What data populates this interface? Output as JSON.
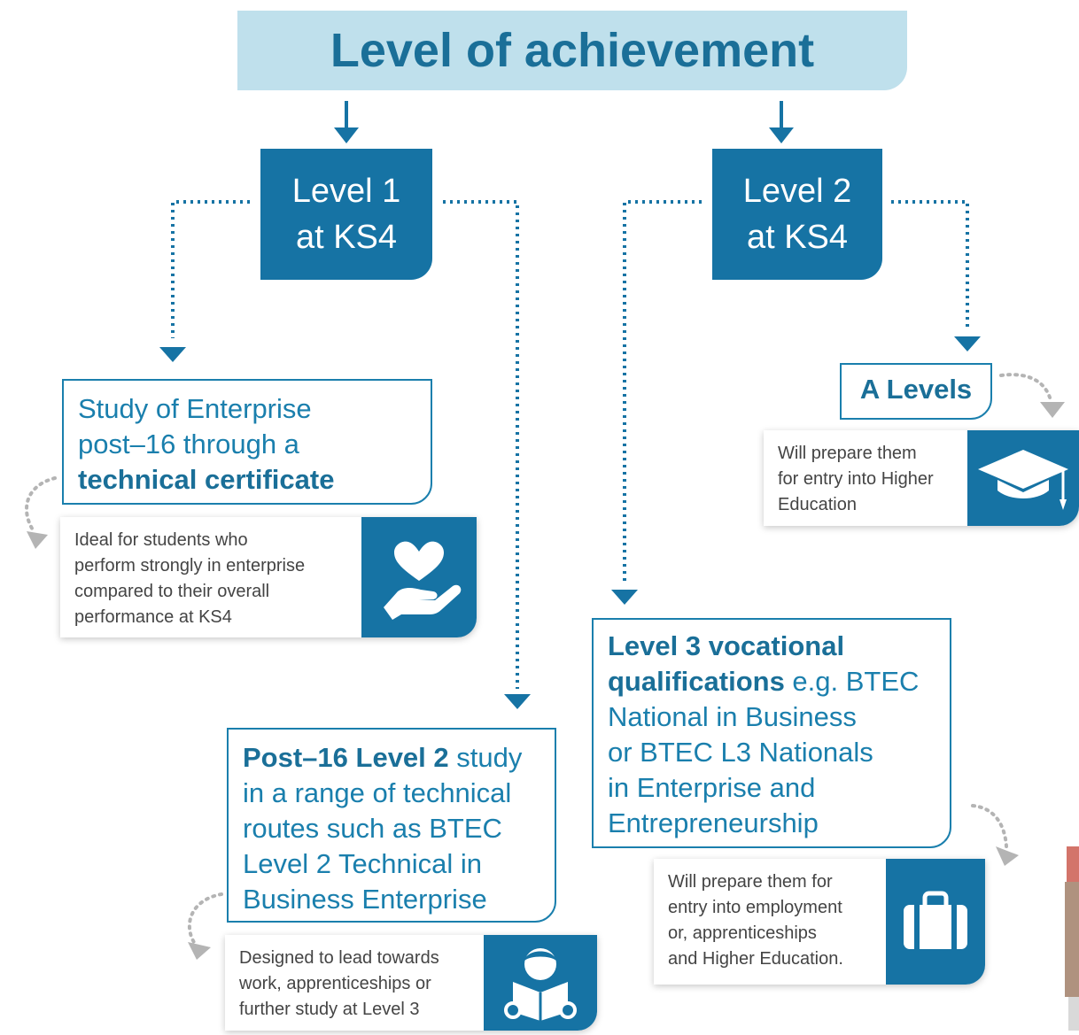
{
  "title": "Level of achievement",
  "level1": {
    "line1": "Level 1",
    "line2": "at KS4"
  },
  "level2": {
    "line1": "Level 2",
    "line2": "at KS4"
  },
  "enterprise_box": {
    "line1": "Study of Enterprise",
    "line2": "post–16 through a",
    "bold": "technical certificate"
  },
  "enterprise_card": {
    "lines": [
      "Ideal for students who",
      "perform strongly in enterprise",
      "compared to their overall",
      "performance at KS4"
    ],
    "icon": "heart-hand-icon"
  },
  "alevels_box": {
    "bold": "A Levels"
  },
  "alevels_card": {
    "lines": [
      "Will prepare them",
      "for entry into Higher",
      "Education"
    ],
    "icon": "graduation-cap-icon"
  },
  "level3_box": {
    "bold1": "Level 3 vocational",
    "bold2": "qualifications",
    "rest2": " e.g. BTEC",
    "line3": "National in Business",
    "line4": "or BTEC L3 Nationals",
    "line5": "in Enterprise and",
    "line6": "Entrepreneurship"
  },
  "level3_card": {
    "lines": [
      "Will prepare them for",
      "entry into employment",
      "or, apprenticeships",
      "and Higher Education."
    ],
    "icon": "briefcase-icon"
  },
  "post16_box": {
    "bold1": "Post–16 Level 2",
    "rest1": " study",
    "line2": "in a range of technical",
    "line3": "routes such as BTEC",
    "line4": "Level 2 Technical in",
    "line5": "Business Enterprise"
  },
  "post16_card": {
    "lines": [
      "Designed to lead towards",
      "work, apprenticeships or",
      "further study at Level 3"
    ],
    "icon": "reader-icon"
  },
  "colors": {
    "dark_blue": "#1673a4",
    "light_blue": "#bfe0ec",
    "text_blue": "#1a7fad",
    "gray_arrow": "#b0b0b0"
  }
}
